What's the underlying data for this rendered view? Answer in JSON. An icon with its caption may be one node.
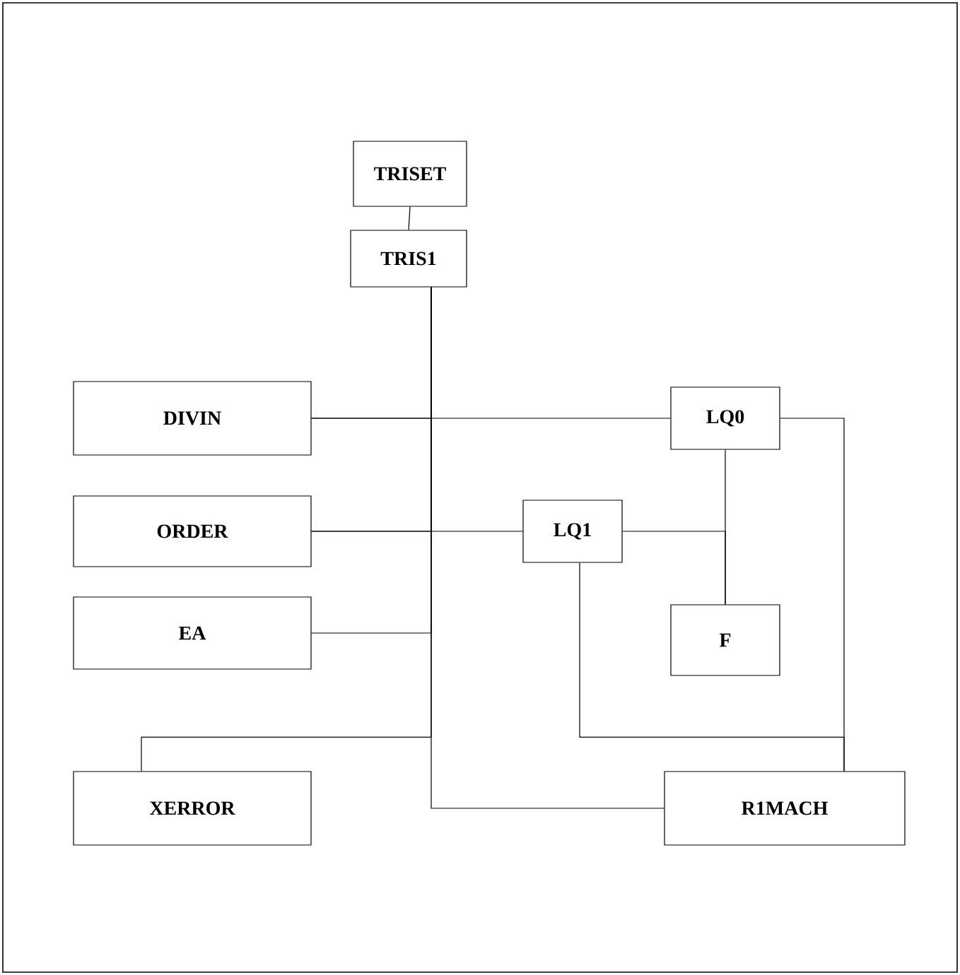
{
  "diagram": {
    "nodes": [
      {
        "text": [
          "TRISET"
        ]
      },
      {
        "text": [
          "TRIS1"
        ]
      },
      {
        "text": [
          "DIVIN"
        ]
      },
      {
        "text": [
          "LQ0"
        ]
      },
      {
        "text": [
          "ORDER"
        ]
      },
      {
        "text": [
          "LQ1"
        ]
      },
      {
        "text": [
          "EA"
        ]
      },
      {
        "text": [
          "F"
        ]
      },
      {
        "text": [
          "XERROR"
        ]
      },
      {
        "text": [
          "R1MACH"
        ]
      }
    ],
    "edges": [
      {
        "from": 0,
        "to": 1,
        "arrow": "none"
      },
      {
        "from": 1,
        "to": 2,
        "arrow": "none"
      },
      {
        "from": 1,
        "to": 4,
        "arrow": "none"
      },
      {
        "from": 1,
        "to": 6,
        "arrow": "none"
      },
      {
        "from": 1,
        "to": 8,
        "arrow": "none"
      },
      {
        "from": 1,
        "to": 9,
        "arrow": "none"
      },
      {
        "from": 2,
        "to": 3,
        "arrow": "none"
      },
      {
        "from": 4,
        "to": 5,
        "arrow": "none"
      },
      {
        "from": 3,
        "to": 7,
        "arrow": "none"
      },
      {
        "from": 5,
        "to": 7,
        "arrow": "none"
      },
      {
        "from": 3,
        "to": 9,
        "arrow": "none"
      },
      {
        "from": 5,
        "to": 9,
        "arrow": "none"
      }
    ]
  }
}
